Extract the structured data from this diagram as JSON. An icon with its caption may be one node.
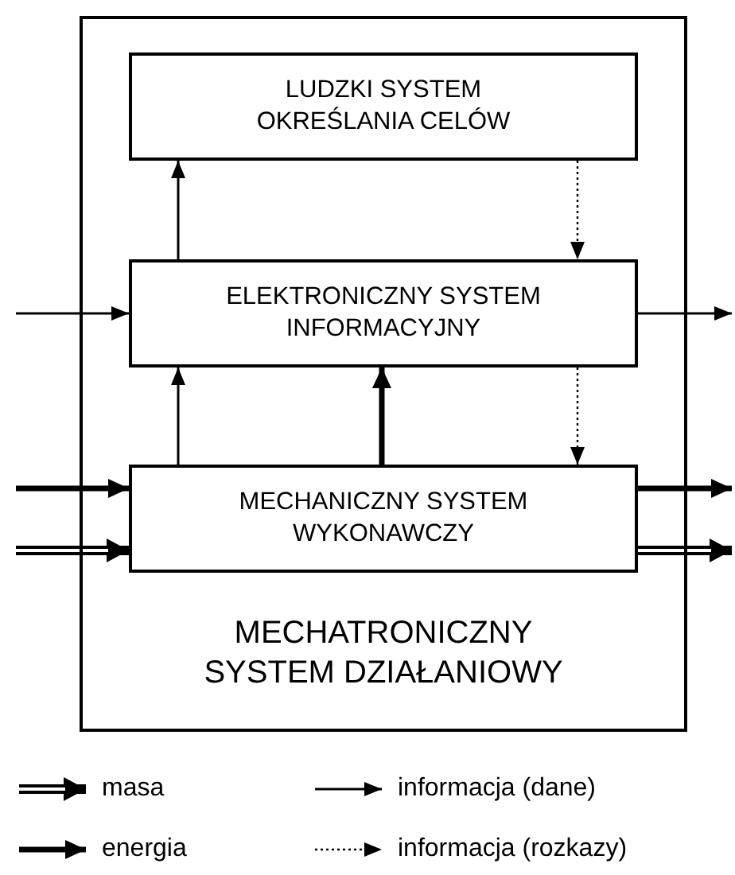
{
  "diagram": {
    "nodes": [
      {
        "text": [
          "MECHATRONICZNY SYSTEM DZIAŁANIOWY"
        ]
      },
      {
        "text": [
          "LUDZKI SYSTEM OKREŚLANIA CELÓW"
        ],
        "in": 0
      },
      {
        "text": [
          "ELEKTRONICZNY SYSTEM INFORMACYJNY"
        ],
        "in": 0
      },
      {
        "text": [
          "MECHANICZNY SYSTEM WYKONAWCZY"
        ],
        "in": 0
      }
    ],
    "edges": [
      {
        "from": 2,
        "to": 1,
        "arrow": "to"
      },
      {
        "from": 1,
        "to": 2,
        "arrow": "to",
        "style": "dashed"
      },
      {
        "from": null,
        "to": 2,
        "arrow": "to"
      },
      {
        "from": 2,
        "to": null,
        "arrow": "to"
      },
      {
        "from": 3,
        "to": 2,
        "arrow": "to"
      },
      {
        "from": 3,
        "to": 2,
        "arrow": "to",
        "style": "thick"
      },
      {
        "from": 2,
        "to": 3,
        "arrow": "to",
        "style": "dashed"
      },
      {
        "from": null,
        "to": 3,
        "arrow": "to",
        "style": "thick"
      },
      {
        "from": null,
        "to": 3,
        "arrow": "to",
        "style": "thick"
      },
      {
        "from": 3,
        "to": null,
        "arrow": "to",
        "style": "thick"
      },
      {
        "from": 3,
        "to": null,
        "arrow": "to",
        "style": "thick"
      }
    ],
    "legend": [
      {
        "text": "masa"
      },
      {
        "text": "informacja (dane)"
      },
      {
        "text": "energia"
      },
      {
        "text": "informacja (rozkazy)"
      }
    ]
  }
}
